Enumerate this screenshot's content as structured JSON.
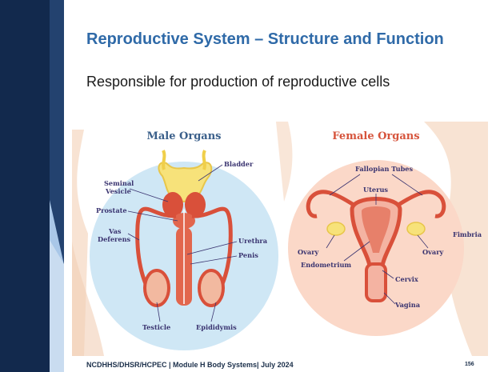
{
  "slide": {
    "title": "Reproductive System – Structure and Function",
    "subtitle": "Responsible for production of reproductive cells",
    "footer": "NCDHHS/DHSR/HCPEC | Module H Body Systems| July 2024",
    "page_number": "156"
  },
  "figure": {
    "male": {
      "heading": "Male Organs",
      "labels": {
        "bladder": "Bladder",
        "seminal_1": "Seminal",
        "seminal_2": "Vesicle",
        "prostate": "Prostate",
        "vas_1": "Vas",
        "vas_2": "Deferens",
        "urethra": "Urethra",
        "penis": "Penis",
        "testicle": "Testicle",
        "epididymis": "Epididymis"
      }
    },
    "female": {
      "heading": "Female Organs",
      "labels": {
        "fallopian": "Fallopian Tubes",
        "uterus": "Uterus",
        "fimbria": "Fimbria",
        "ovary_left": "Ovary",
        "ovary_right": "Ovary",
        "endometrium": "Endometrium",
        "cervix": "Cervix",
        "vagina": "Vagina"
      }
    }
  },
  "colors": {
    "sidebar_dark": "#12294d",
    "sidebar_light": "#a9c7e8",
    "title": "#2f6aa8",
    "male_heading": "#3a5f8a",
    "female_heading": "#d6543c",
    "male_circle": "#cfe7f5",
    "female_circle": "#fbd8c8",
    "organ_red": "#d9503a",
    "bladder_yellow": "#f7e27a"
  }
}
